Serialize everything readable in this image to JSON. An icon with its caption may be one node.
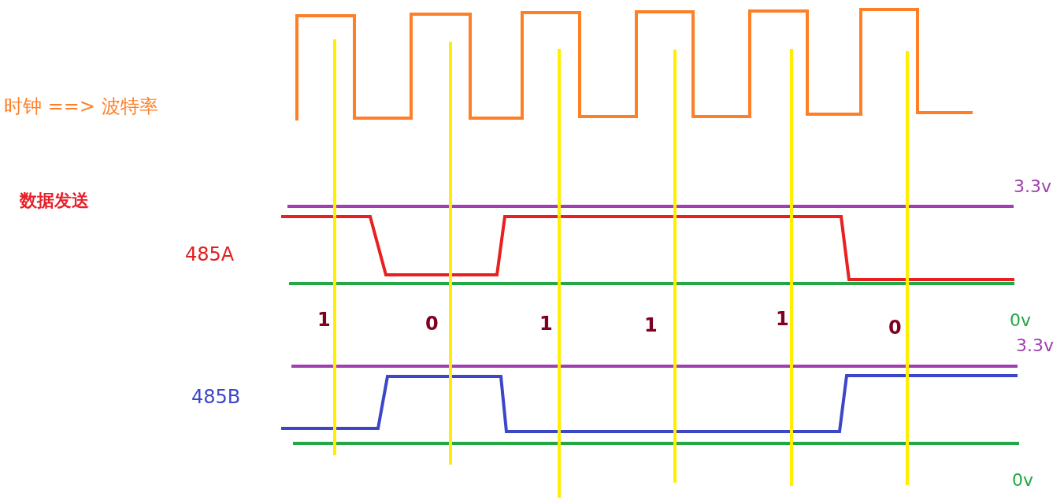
{
  "diagram": {
    "labels": [
      "时钟 ==> 波特率",
      "3.3v",
      "数据发送",
      "485A",
      "1",
      "0",
      "1",
      "1",
      "1",
      "0",
      "0v",
      "3.3v",
      "485B",
      "0v"
    ]
  }
}
